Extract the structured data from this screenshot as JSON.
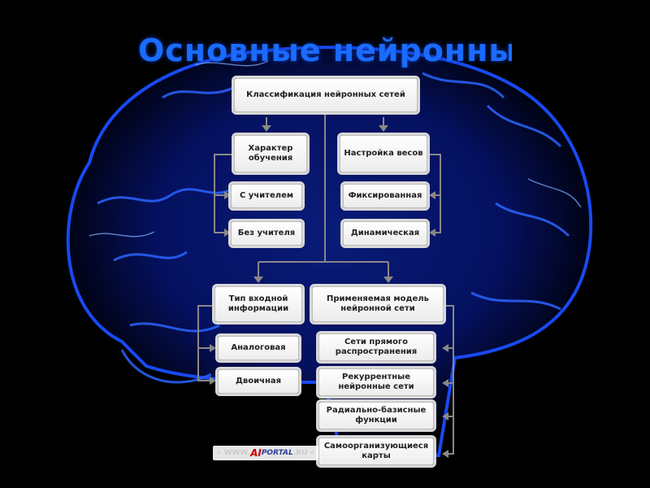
{
  "title": "Основные нейронные сети",
  "root": "Классификация нейронных сетей",
  "groups": {
    "learning": {
      "label": "Характер обучения",
      "items": [
        "С учителем",
        "Без учителя"
      ]
    },
    "weights": {
      "label": "Настройка весов",
      "items": [
        "Фиксированная",
        "Динамическая"
      ]
    },
    "input": {
      "label": "Тип входной информации",
      "items": [
        "Аналоговая",
        "Двоичная"
      ]
    },
    "model": {
      "label": "Применяемая модель нейронной сети",
      "items": [
        "Сети прямого распространения",
        "Рекуррентные нейронные сети",
        "Радиально-базисные функции",
        "Самоорганизующиеся карты"
      ]
    }
  },
  "logo": {
    "prefix": "« WWW.",
    "brand": "AI",
    "rest": "PORTAL",
    "suffix": ".RU »"
  },
  "colors": {
    "background": "#000000",
    "brain_glow": "#1a4dff",
    "connector": "#888888"
  }
}
